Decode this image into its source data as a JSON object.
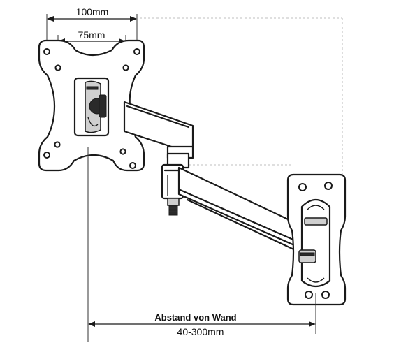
{
  "dimensions": {
    "outer_hole_spacing": "100mm",
    "inner_hole_spacing": "75mm",
    "wall_distance_label": "Abstand von Wand",
    "wall_distance_range": "40-300mm"
  },
  "colors": {
    "line": "#1a1a1a",
    "background": "#ffffff",
    "guide": "#aaaaaa"
  }
}
